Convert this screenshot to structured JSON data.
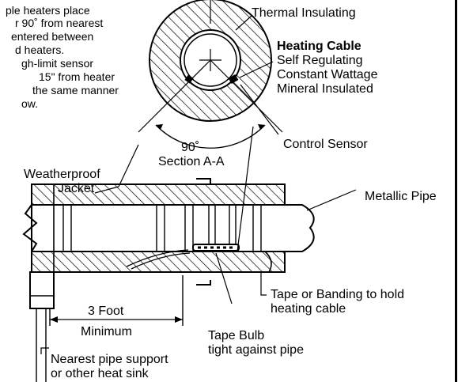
{
  "notes": {
    "line1": "ple heaters place",
    "line2": "r 90˚ from nearest",
    "line3": "entered   between",
    "line4": "d heaters.",
    "line5": "gh-limit    sensor",
    "line6": "15\" from heater",
    "line7": "the same manner",
    "line8": "ow."
  },
  "labels": {
    "thermal_insulating": "Thermal Insulating",
    "heating_cable": "Heating Cable",
    "self_regulating": "Self Regulating",
    "constant_wattage": "Constant  Wattage",
    "mineral_insulated": "Mineral Insulated",
    "angle": "90˚",
    "section": "Section A-A",
    "control_sensor": "Control Sensor",
    "weatherproof": "Weatherproof",
    "jacket": "Jacket",
    "metallic_pipe": "Metallic Pipe",
    "tape_banding_1": "Tape or Banding to hold",
    "tape_banding_2": "heating cable",
    "three_foot": "3 Foot",
    "minimum": "Minimum",
    "tape_bulb_1": "Tape Bulb",
    "tape_bulb_2": "tight against pipe",
    "nearest_1": "Nearest pipe support",
    "nearest_2": "or other heat sink"
  }
}
